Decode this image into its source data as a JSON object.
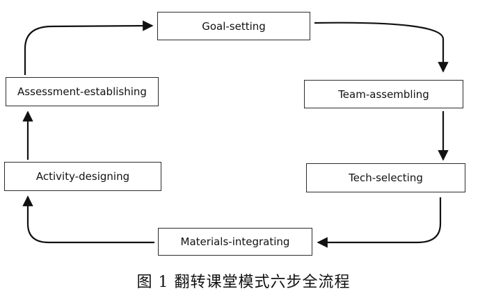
{
  "steps": {
    "goal": "Goal-setting",
    "team": "Team-assembling",
    "tech": "Tech-selecting",
    "materials": "Materials-integrating",
    "activity": "Activity-designing",
    "assessment": "Assessment-establishing"
  },
  "caption": "图 1  翻转课堂模式六步全流程",
  "colors": {
    "line": "#111111",
    "box_border": "#2b2b2b"
  }
}
